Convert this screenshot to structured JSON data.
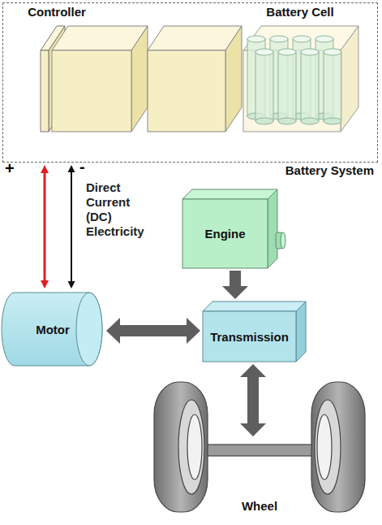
{
  "diagram": {
    "nodes": [
      {
        "text": [
          "Battery System"
        ]
      },
      {
        "text": [
          "Controller"
        ],
        "in": 0
      },
      {
        "text": [
          "Battery Cell"
        ],
        "in": 0
      },
      {
        "text": [
          "Engine"
        ]
      },
      {
        "text": [
          "Motor"
        ]
      },
      {
        "text": [
          "Transmission"
        ]
      },
      {
        "text": [
          "Wheel"
        ]
      }
    ],
    "edges": [
      {
        "from": 0,
        "to": 4,
        "arrow": "both"
      },
      {
        "from": 0,
        "to": 4,
        "arrow": "both",
        "label": "Direct Current (DC) Electricity"
      },
      {
        "from": 4,
        "to": 5,
        "arrow": "both"
      },
      {
        "from": 3,
        "to": 5,
        "arrow": "to"
      },
      {
        "from": 5,
        "to": 6,
        "arrow": "both"
      }
    ],
    "labels": [
      "+",
      "-"
    ]
  }
}
